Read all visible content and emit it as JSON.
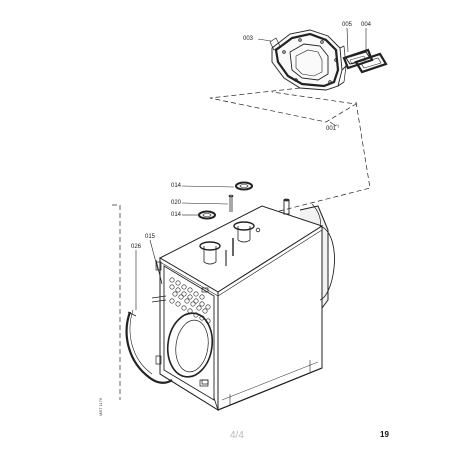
{
  "labels": {
    "p003": "003",
    "p005": "005",
    "p004": "004",
    "p001": "001",
    "p001_mark": "*)",
    "p014a": "014",
    "p020": "020",
    "p014b": "014",
    "p015": "015",
    "p026": "026"
  },
  "footer": {
    "page_indicator": "4/4",
    "page_number": "19"
  },
  "side_code": "MBT 1176"
}
